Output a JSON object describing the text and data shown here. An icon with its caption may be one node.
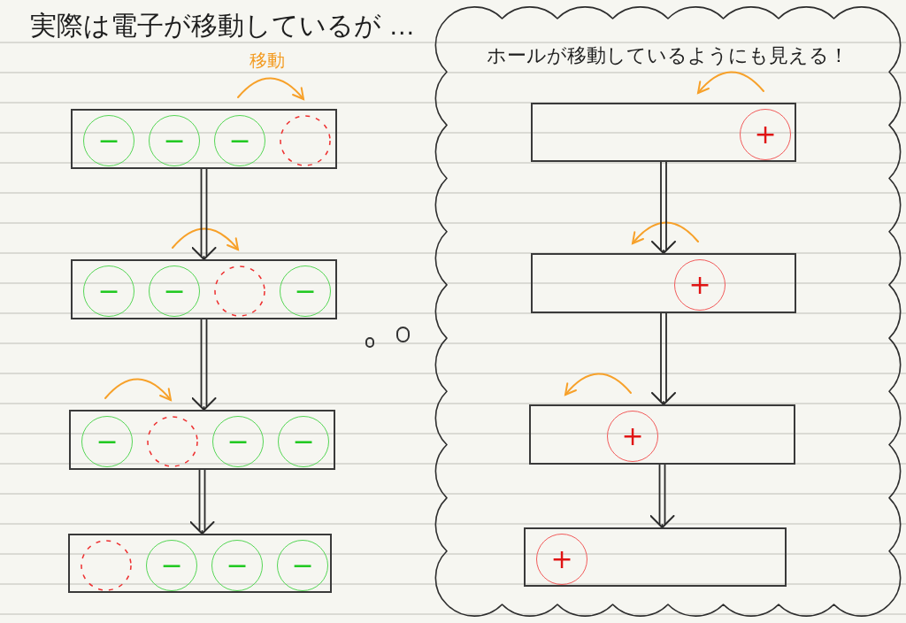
{
  "diagram": {
    "title": "実際は電子が移動しているが …",
    "nodes": [
      {
        "text": [],
        "shape": "box"
      },
      {
        "text": [
          "−"
        ],
        "in": 0
      },
      {
        "text": [
          "−"
        ],
        "in": 0
      },
      {
        "text": [
          "−"
        ],
        "in": 0
      },
      {
        "text": [],
        "shape": "circle",
        "in": 0
      },
      {
        "text": [],
        "shape": "box"
      },
      {
        "text": [
          "−"
        ],
        "in": 5
      },
      {
        "text": [
          "−"
        ],
        "in": 5
      },
      {
        "text": [],
        "shape": "circle",
        "in": 5
      },
      {
        "text": [
          "−"
        ],
        "in": 5
      },
      {
        "text": [],
        "shape": "box"
      },
      {
        "text": [
          "−"
        ],
        "in": 10
      },
      {
        "text": [],
        "shape": "circle",
        "in": 10
      },
      {
        "text": [
          "−"
        ],
        "in": 10
      },
      {
        "text": [
          "−"
        ],
        "in": 10
      },
      {
        "text": [],
        "shape": "box"
      },
      {
        "text": [],
        "shape": "circle",
        "in": 15
      },
      {
        "text": [
          "−"
        ],
        "in": 15
      },
      {
        "text": [
          "−"
        ],
        "in": 15
      },
      {
        "text": [
          "−"
        ],
        "in": 15
      },
      {
        "text": [
          "ホールが移動しているようにも見える！"
        ]
      },
      {
        "text": [],
        "shape": "box",
        "in": 20
      },
      {
        "text": [
          "+"
        ],
        "in": 21
      },
      {
        "text": [],
        "shape": "box",
        "in": 20
      },
      {
        "text": [
          "+"
        ],
        "in": 23
      },
      {
        "text": [],
        "shape": "box",
        "in": 20
      },
      {
        "text": [
          "+"
        ],
        "in": 25
      },
      {
        "text": [],
        "shape": "box",
        "in": 20
      },
      {
        "text": [
          "+"
        ],
        "in": 27
      }
    ],
    "edges": [
      {
        "from": 0,
        "to": 5,
        "arrow": "to"
      },
      {
        "from": 5,
        "to": 10,
        "arrow": "to"
      },
      {
        "from": 10,
        "to": 15,
        "arrow": "to"
      },
      {
        "from": 21,
        "to": 23,
        "arrow": "to"
      },
      {
        "from": 23,
        "to": 25,
        "arrow": "to"
      },
      {
        "from": 25,
        "to": 27,
        "arrow": "to"
      }
    ],
    "labels": [
      "移動"
    ]
  }
}
